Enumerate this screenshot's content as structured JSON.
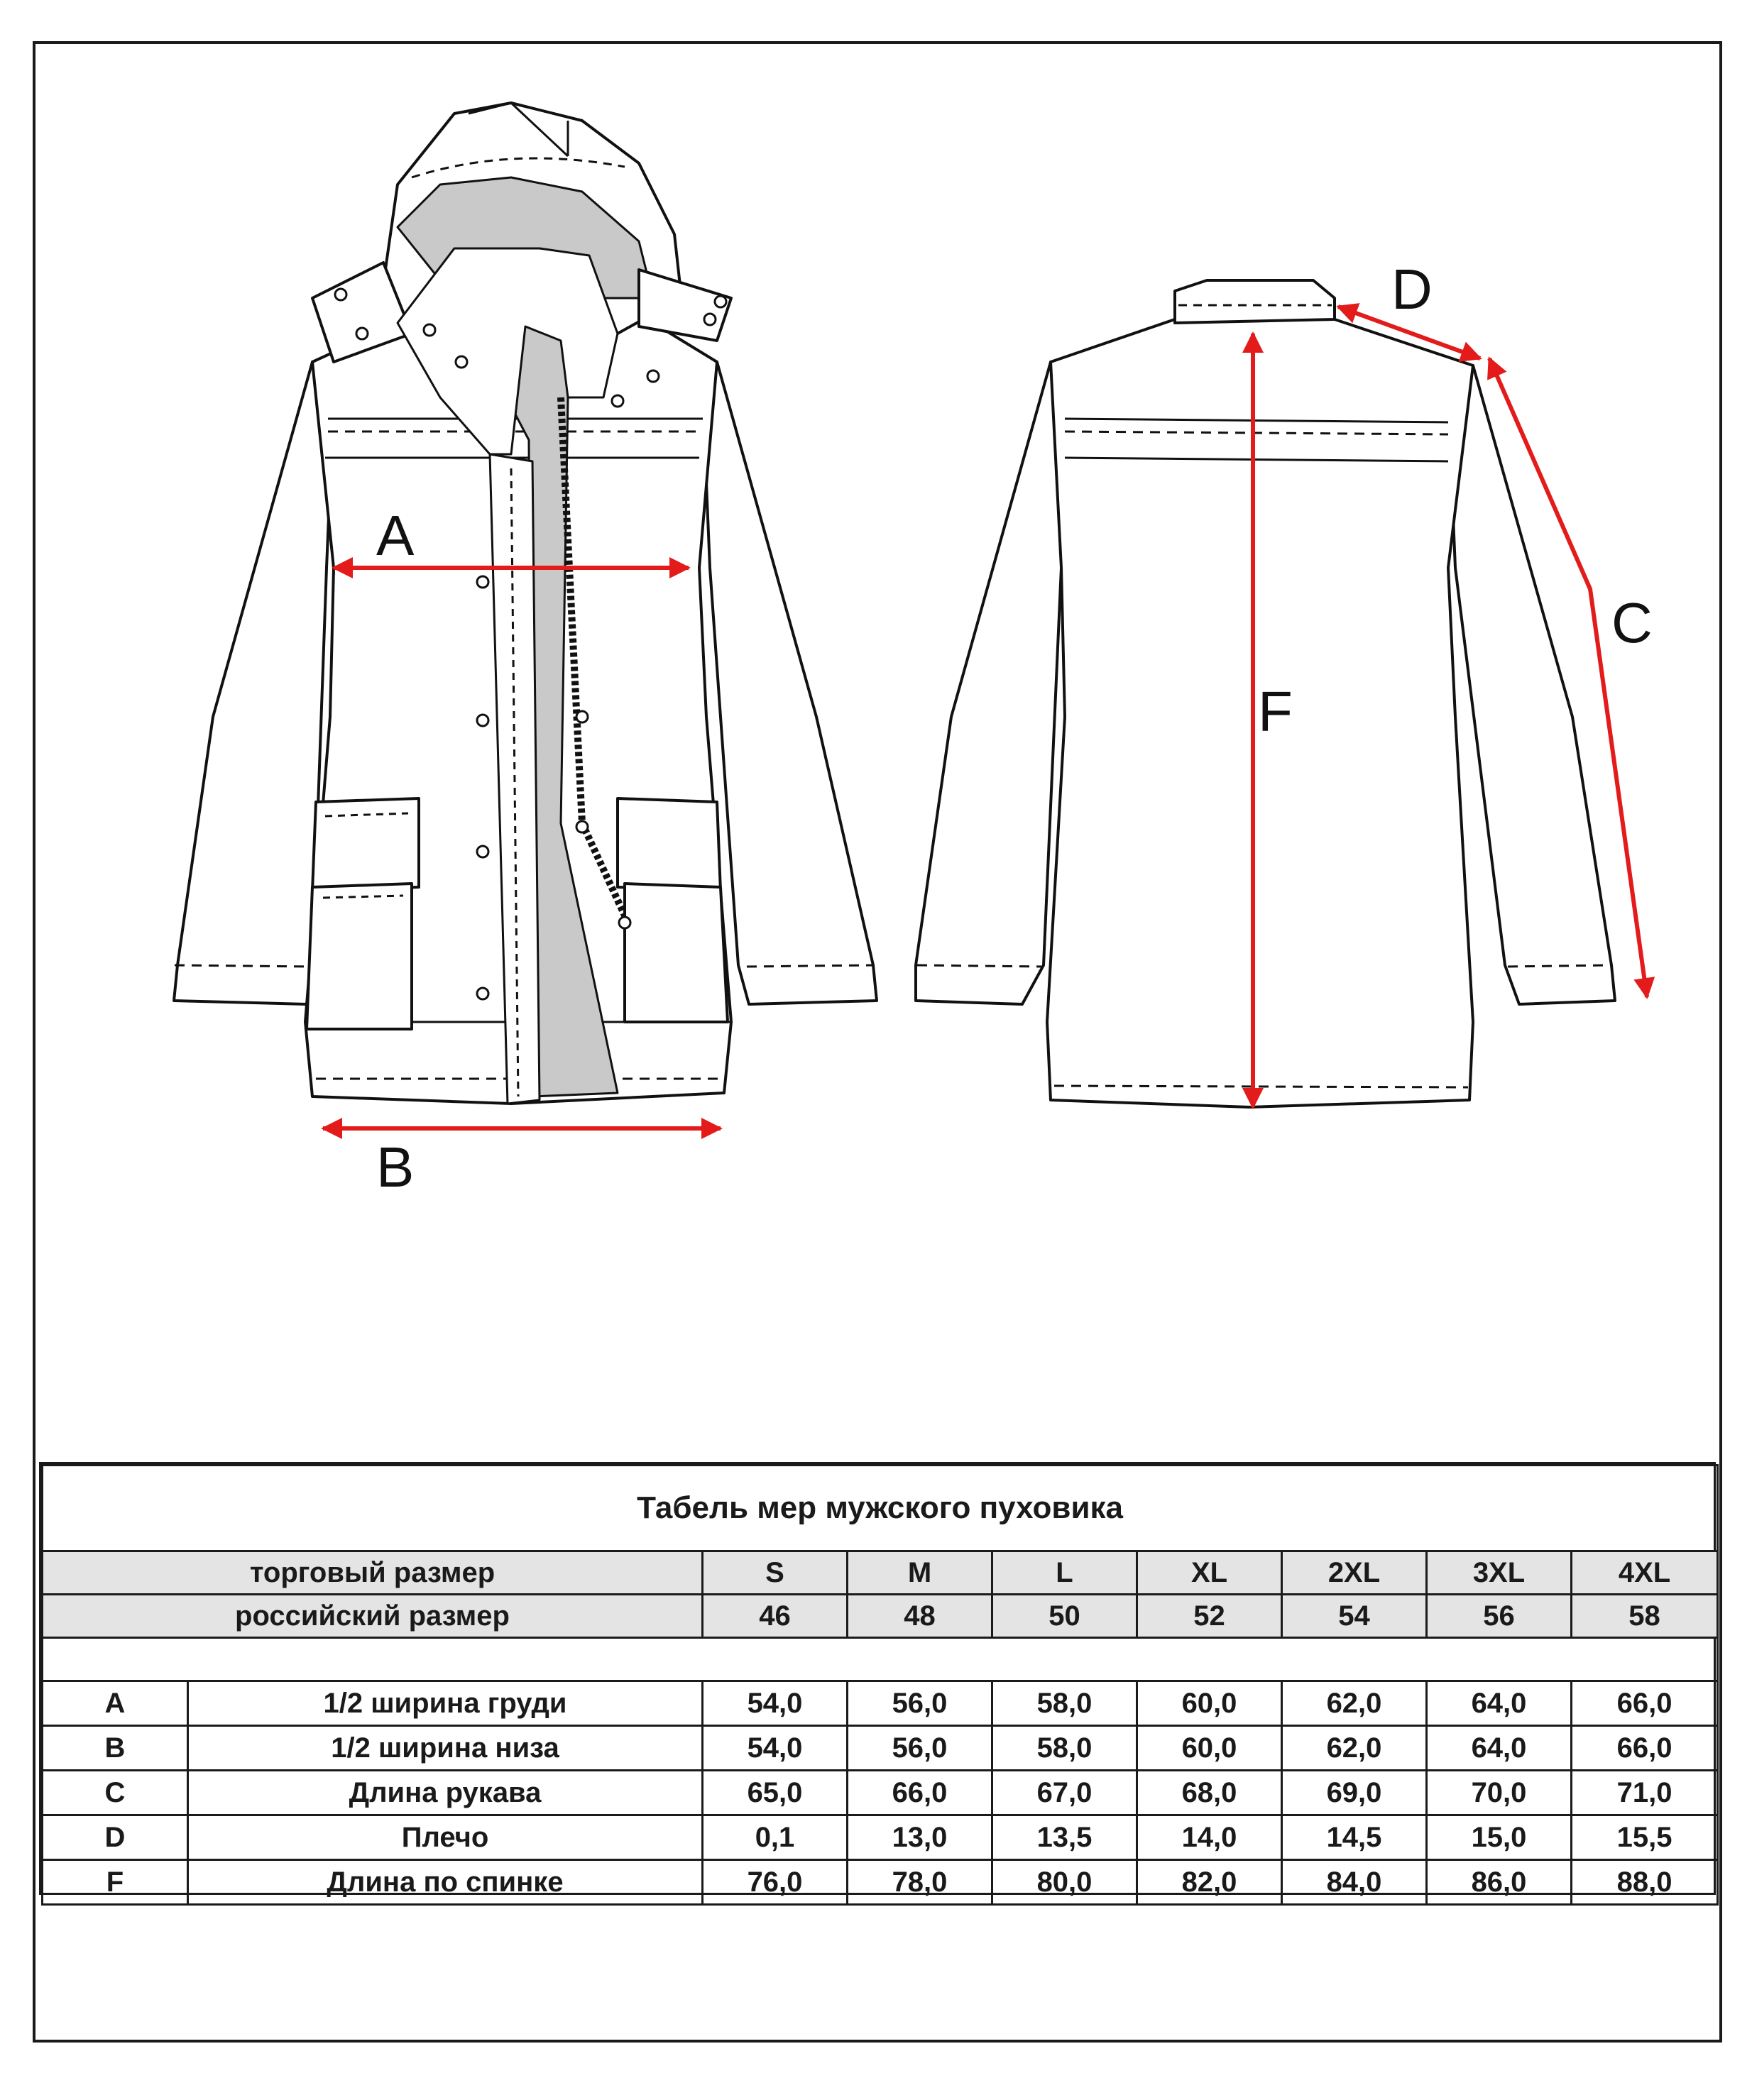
{
  "labels": {
    "a": "A",
    "b": "B",
    "c": "C",
    "d": "D",
    "f": "F"
  },
  "colors": {
    "outline": "#111111",
    "measure": "#e31b1b",
    "lining": "#c9c9c9",
    "header_fill": "#e4e4e4"
  },
  "table": {
    "title": "Табель мер мужского пуховика",
    "trade_size_label": "торговый размер",
    "russian_size_label": "российский размер",
    "trade_sizes": [
      "S",
      "M",
      "L",
      "XL",
      "2XL",
      "3XL",
      "4XL"
    ],
    "russian_sizes": [
      "46",
      "48",
      "50",
      "52",
      "54",
      "56",
      "58"
    ],
    "rows": [
      {
        "code": "A",
        "name": "1/2 ширина груди",
        "values": [
          "54,0",
          "56,0",
          "58,0",
          "60,0",
          "62,0",
          "64,0",
          "66,0"
        ]
      },
      {
        "code": "B",
        "name": "1/2 ширина низа",
        "values": [
          "54,0",
          "56,0",
          "58,0",
          "60,0",
          "62,0",
          "64,0",
          "66,0"
        ]
      },
      {
        "code": "C",
        "name": "Длина рукава",
        "values": [
          "65,0",
          "66,0",
          "67,0",
          "68,0",
          "69,0",
          "70,0",
          "71,0"
        ]
      },
      {
        "code": "D",
        "name": "Плечо",
        "values": [
          "0,1",
          "13,0",
          "13,5",
          "14,0",
          "14,5",
          "15,0",
          "15,5"
        ]
      },
      {
        "code": "F",
        "name": "Длина по спинке",
        "values": [
          "76,0",
          "78,0",
          "80,0",
          "82,0",
          "84,0",
          "86,0",
          "88,0"
        ]
      }
    ]
  }
}
